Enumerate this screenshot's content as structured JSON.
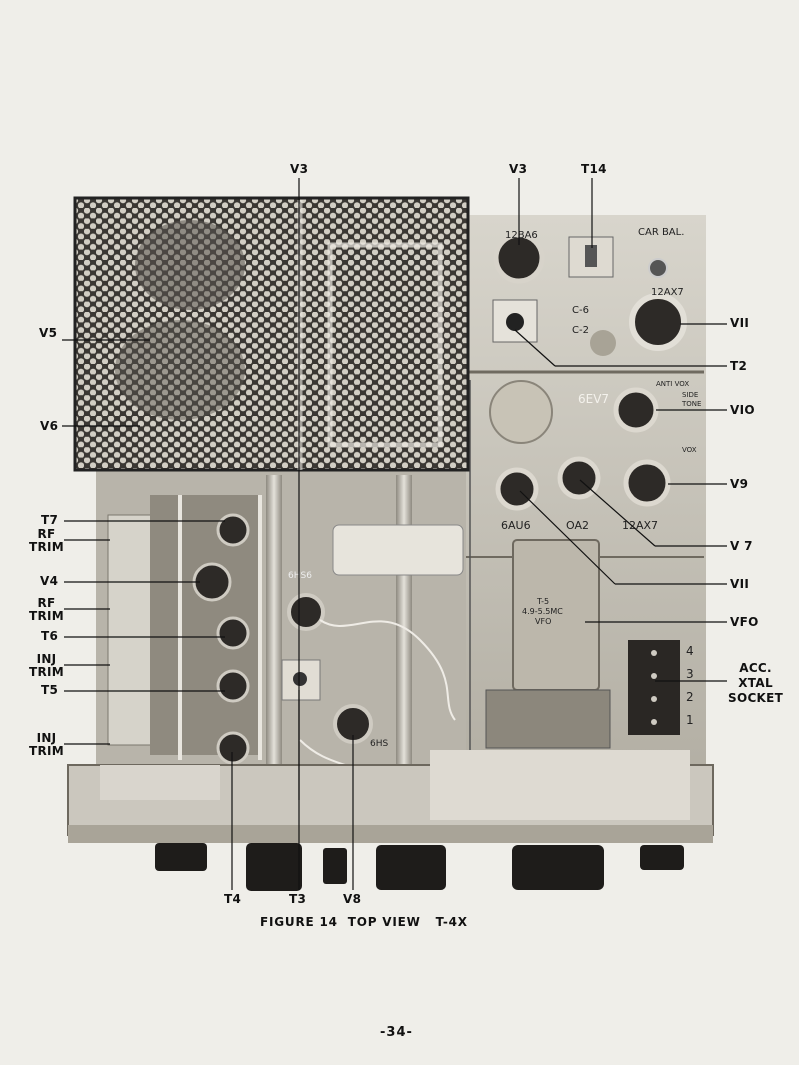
{
  "figure": {
    "caption": "FIGURE 14  TOP VIEW   T-4X",
    "page_number": "-34-"
  },
  "callouts": {
    "top_v3_left": "V3",
    "top_v3_right": "V3",
    "top_t14": "T14",
    "v5": "V5",
    "v6": "V6",
    "t7": "T7",
    "rf_trim_1": "RF\nTRIM",
    "v4": "V4",
    "rf_trim_2": "RF\nTRIM",
    "t6": "T6",
    "inj_trim_1": "INJ\nTRIM",
    "t5": "T5",
    "inj_trim_2": "INJ\nTRIM",
    "bottom_t4": "T4",
    "bottom_t3": "T3",
    "bottom_v8": "V8",
    "v11_upper": "VII",
    "t2": "T2",
    "v10": "VIO",
    "v9": "V9",
    "v7": "V 7",
    "v11_lower": "VII",
    "vfo": "VFO",
    "acc_xtal_socket": "ACC.\nXTAL\nSOCKET"
  },
  "panel_markings": {
    "car_bal": "CAR BAL.",
    "tube_12ba6": "12BA6",
    "tube_12ax7_top": "12AX7",
    "c6": "C-6",
    "c2": "C-2",
    "tube_6ev7": "6EV7",
    "anti_vox": "ANTI VOX",
    "side_tone": "SIDE\nTONE",
    "vox": "VOX",
    "tube_6au6": "6AU6",
    "tube_oa2": "OA2",
    "tube_12ax7_mid": "12AX7",
    "tube_6hs6_top": "6HS6",
    "tube_6hs6_bottom": "6HS",
    "vfo_can": "T-5\n4.9-5.5MC\nVFO",
    "socket_numbers": [
      "4",
      "3",
      "2",
      "1"
    ]
  },
  "colors": {
    "paper": "#efeee9",
    "chassis_light": "#c9c6bd",
    "chassis_mid": "#9c978b",
    "dark": "#2a2724",
    "ink": "#111111"
  }
}
